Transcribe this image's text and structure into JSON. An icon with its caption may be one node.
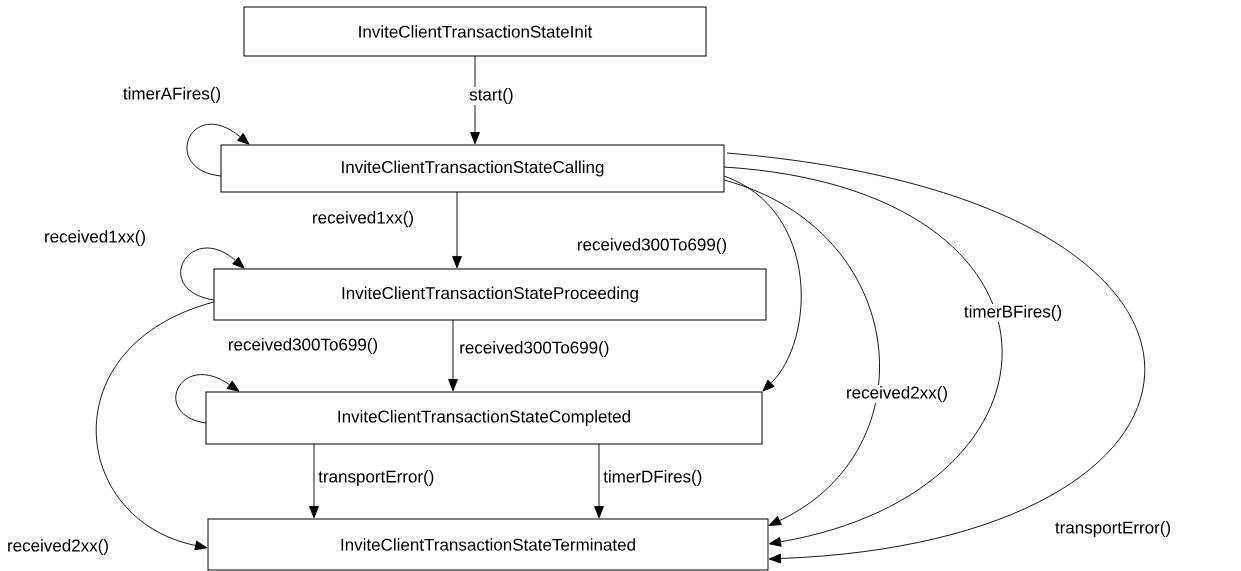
{
  "diagram": {
    "nodes": [
      {
        "text": [
          "InviteClientTransactionStateInit"
        ]
      },
      {
        "text": [
          "InviteClientTransactionStateCalling"
        ]
      },
      {
        "text": [
          "InviteClientTransactionStateProceeding"
        ]
      },
      {
        "text": [
          "InviteClientTransactionStateCompleted"
        ]
      },
      {
        "text": [
          "InviteClientTransactionStateTerminated"
        ]
      }
    ],
    "edges": [
      {
        "from": 0,
        "to": 1,
        "arrow": "to",
        "label": "start()"
      },
      {
        "from": 1,
        "to": 1,
        "arrow": "to",
        "label": "timerAFires()"
      },
      {
        "from": 1,
        "to": 2,
        "arrow": "to",
        "label": "received1xx()"
      },
      {
        "from": 2,
        "to": 2,
        "arrow": "to",
        "label": "received1xx()"
      },
      {
        "from": 1,
        "to": 3,
        "arrow": "to",
        "label": "received300To699()"
      },
      {
        "from": 1,
        "to": 4,
        "arrow": "to",
        "label": "received2xx()"
      },
      {
        "from": 1,
        "to": 4,
        "arrow": "to",
        "label": "timerBFires()"
      },
      {
        "from": 1,
        "to": 4,
        "arrow": "to",
        "label": "transportError()"
      },
      {
        "from": 2,
        "to": 3,
        "arrow": "to",
        "label": "received300To699()"
      },
      {
        "from": 3,
        "to": 3,
        "arrow": "to",
        "label": "received300To699()"
      },
      {
        "from": 2,
        "to": 4,
        "arrow": "to",
        "label": "received2xx()"
      },
      {
        "from": 3,
        "to": 4,
        "arrow": "to",
        "label": "transportError()"
      },
      {
        "from": 3,
        "to": 4,
        "arrow": "to",
        "label": "timerDFires()"
      }
    ]
  }
}
